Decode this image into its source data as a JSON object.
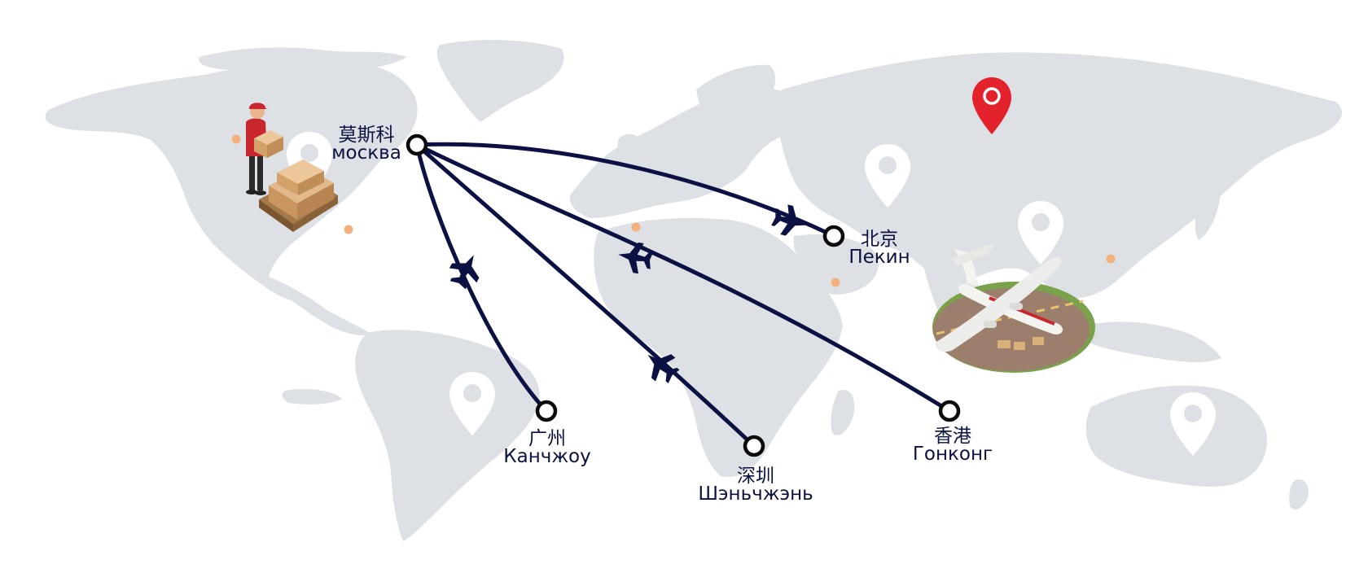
{
  "map": {
    "land_color": "#dde0e4",
    "route_color": "#0b1142",
    "accent_pin_color": "#e3222b",
    "dot_color": "#f3b27d",
    "origin": {
      "id": "moscow",
      "name_zh": "莫斯科",
      "name_ru": "москва"
    },
    "destinations": [
      {
        "id": "beijing",
        "name_zh": "北京",
        "name_ru": "Пекин"
      },
      {
        "id": "guangzhou",
        "name_zh": "广州",
        "name_ru": "Канчжоу"
      },
      {
        "id": "shenzhen",
        "name_zh": "深圳",
        "name_ru": "Шэньчжэнь"
      },
      {
        "id": "hongkong",
        "name_zh": "香港",
        "name_ru": "Гонконг"
      }
    ],
    "illustrations": [
      "delivery-worker-with-boxes",
      "cargo-airplane-on-tarmac"
    ],
    "icons": [
      "location-pin-icon",
      "airplane-icon"
    ]
  }
}
